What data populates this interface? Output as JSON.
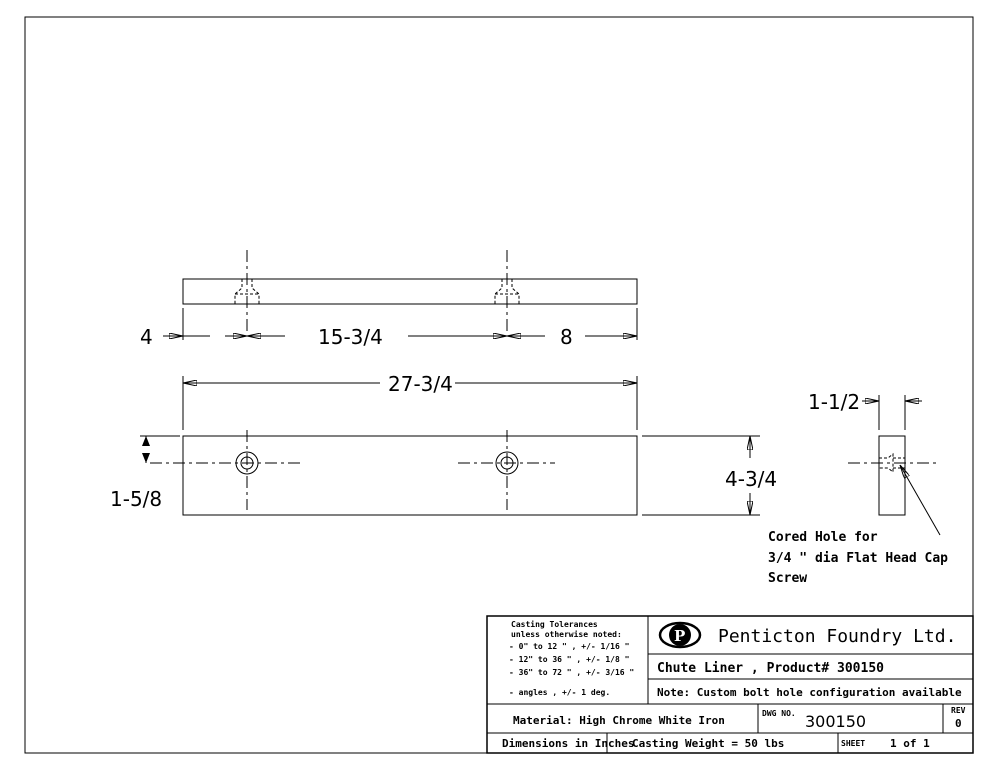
{
  "dimensions": {
    "left_offset": "4",
    "hole_spacing": "15-3/4",
    "right_offset": "8",
    "overall_length": "27-3/4",
    "hole_height": "1-5/8",
    "width": "4-3/4",
    "thickness": "1-1/2"
  },
  "note": {
    "line1": "Cored Hole for",
    "line2": "3/4 \" dia Flat Head Cap",
    "line3": "Screw"
  },
  "title_block": {
    "tolerances_title": "Casting Tolerances",
    "tolerances_sub": "unless otherwise noted:",
    "tol_1": "-   0\" to 12 \" , +/- 1/16 \"",
    "tol_2": "- 12\" to 36 \" , +/- 1/8 \"",
    "tol_3": "- 36\" to 72 \" , +/- 3/16 \"",
    "tol_4": "- angles      , +/- 1 deg.",
    "logo_letter": "P",
    "company": "Penticton Foundry Ltd.",
    "product": "Chute Liner , Product# 300150",
    "remark": "Note: Custom bolt hole configuration available",
    "material": "Material: High Chrome White Iron",
    "dwg_label": "DWG NO.",
    "dwg_no": "300150",
    "rev_label": "REV",
    "rev": "0",
    "units": "Dimensions in Inches",
    "weight": "Casting Weight = 50 lbs",
    "sheet_label": "SHEET",
    "sheet": "1 of 1"
  }
}
